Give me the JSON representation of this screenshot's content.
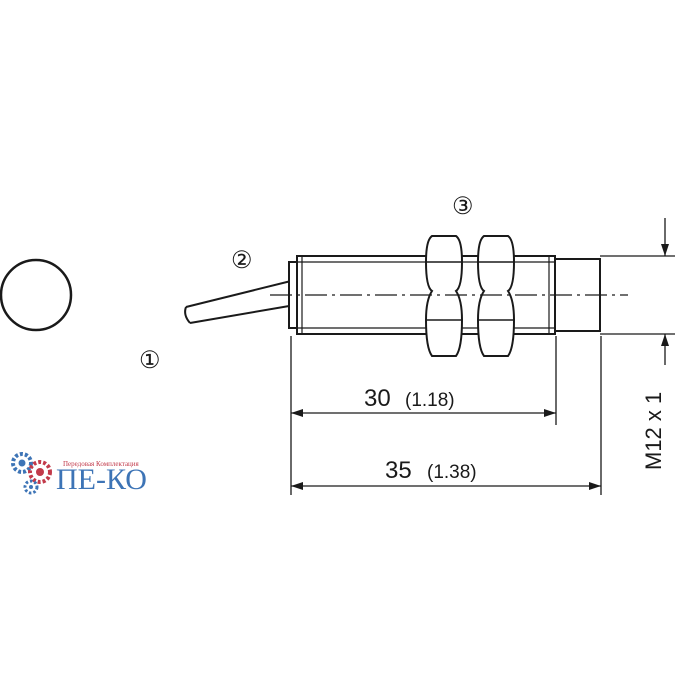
{
  "callouts": {
    "c1": "①",
    "c2": "②",
    "c3": "③"
  },
  "dimensions": {
    "thread_length": {
      "value": "30",
      "inches": "(1.18)"
    },
    "total_length": {
      "value": "35",
      "inches": "(1.38)"
    },
    "thread_spec": "M12 x 1"
  },
  "logo": {
    "tagline": "Передовая Комплектация",
    "name": "ПЕ-КО"
  },
  "colors": {
    "line": "#1a1a1a",
    "logo_red": "#c23a4a",
    "logo_blue": "#3d74b6"
  }
}
